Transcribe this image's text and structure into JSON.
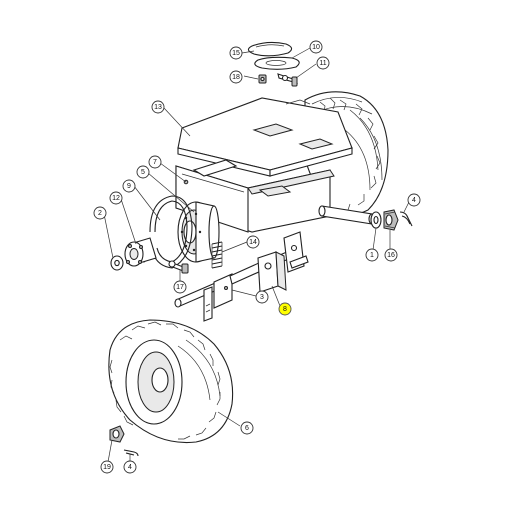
{
  "callouts": [
    {
      "id": "1",
      "label": "1"
    },
    {
      "id": "2",
      "label": "2"
    },
    {
      "id": "3",
      "label": "3"
    },
    {
      "id": "4",
      "label": "4"
    },
    {
      "id": "5",
      "label": "5"
    },
    {
      "id": "6",
      "label": "6"
    },
    {
      "id": "7",
      "label": "7"
    },
    {
      "id": "8",
      "label": "8",
      "highlighted": true
    },
    {
      "id": "9",
      "label": "9"
    },
    {
      "id": "10",
      "label": "10"
    },
    {
      "id": "11",
      "label": "11"
    },
    {
      "id": "12",
      "label": "12"
    },
    {
      "id": "13",
      "label": "13"
    },
    {
      "id": "14",
      "label": "14"
    },
    {
      "id": "15",
      "label": "15"
    },
    {
      "id": "16",
      "label": "16"
    },
    {
      "id": "17",
      "label": "17"
    },
    {
      "id": "18",
      "label": "18"
    },
    {
      "id": "19",
      "label": "19"
    }
  ],
  "colors": {
    "highlight": "#ffff00",
    "line": "#222222",
    "background": "#ffffff"
  }
}
